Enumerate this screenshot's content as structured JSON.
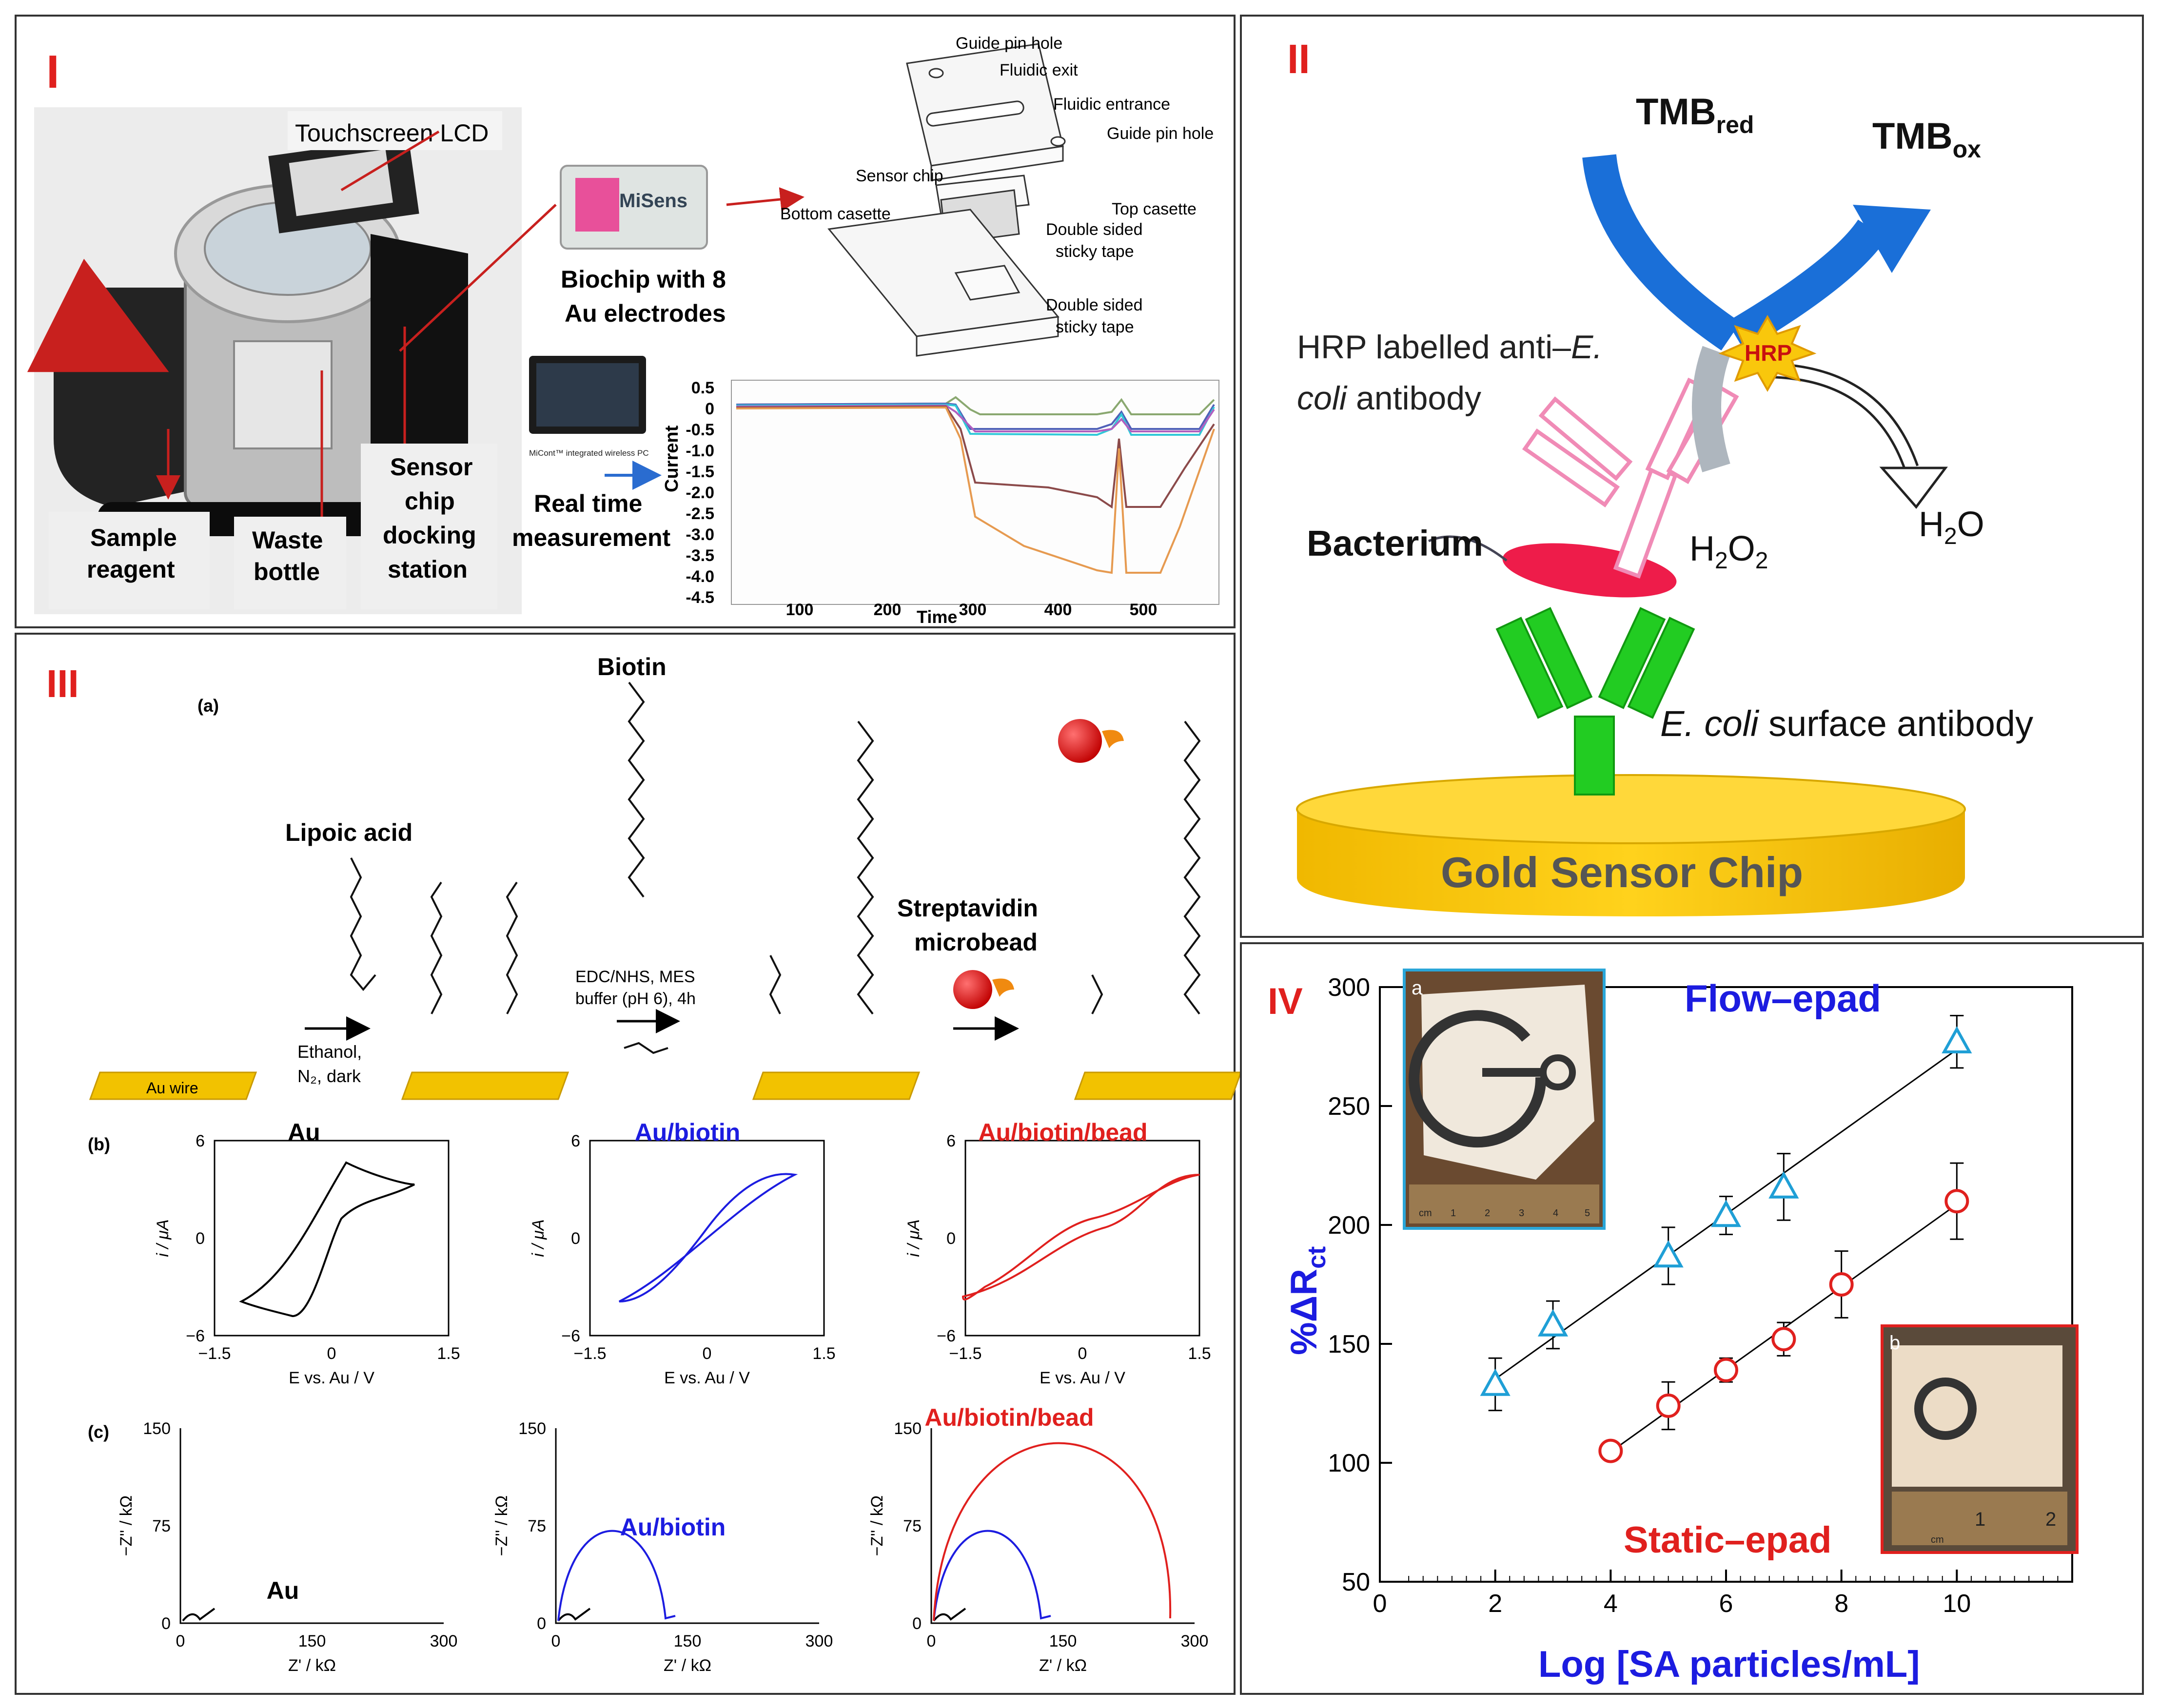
{
  "colors": {
    "red": "#e0201e",
    "blue": "#1c1ce0",
    "tri": "#1f9fd6",
    "gold": "#f2c200",
    "green": "#22cc22",
    "pink": "#f08bb6",
    "ebar": "#f0f0f0"
  },
  "panel_I": {
    "label": "I",
    "touchscreen": "Touchscreen LCD",
    "biochip_line1": "Biochip with 8",
    "biochip_line2": "Au electrodes",
    "exploded": {
      "guide_pin_1": "Guide pin hole",
      "fluidic_exit": "Fluidic exit",
      "fluidic_entrance": "Fluidic entrance",
      "guide_pin_2": "Guide pin hole",
      "sensor_chip": "Sensor chip",
      "top_casette": "Top casette",
      "bottom_casette": "Bottom casette",
      "tape1_l1": "Double sided",
      "tape1_l2": "sticky tape",
      "tape2_l1": "Double sided",
      "tape2_l2": "sticky tape"
    },
    "pc_caption": "MiCont™ integrated wireless PC",
    "chip_logo": "MiSens",
    "sample_l1": "Sample",
    "sample_l2": "reagent",
    "waste_l1": "Waste",
    "waste_l2": "bottle",
    "docking_l1": "Sensor",
    "docking_l2": "chip",
    "docking_l3": "docking",
    "docking_l4": "station",
    "realtime_l1": "Real time",
    "realtime_l2": "measurement",
    "current_label": "Current",
    "time_label": "Time",
    "y_ticks": [
      "0.5",
      "0",
      "-0.5",
      "-1.0",
      "-1.5",
      "-2.0",
      "-2.5",
      "-3.0",
      "-3.5",
      "-4.0",
      "-4.5"
    ],
    "x_ticks": [
      "100",
      "200",
      "300",
      "400",
      "500"
    ]
  },
  "panel_II": {
    "label": "II",
    "tmb_red": "TMB",
    "tmb_red_sub": "red",
    "tmb_ox": "TMB",
    "tmb_ox_sub": "ox",
    "hrp": "HRP",
    "hrp_l1": "HRP labelled anti–",
    "hrp_l1_it": "E.",
    "hrp_l2_it": "coli",
    "hrp_l2": " antibody",
    "h2o2": "H",
    "h2o2_sub": "2",
    "h2o2_o": "O",
    "h2o2_sub2": "2",
    "h2o": "H",
    "h2o_sub": "2",
    "h2o_o": "O",
    "bacterium": "Bacterium",
    "surface_it": "E. coli",
    "surface": " surface antibody",
    "gold": "Gold Sensor Chip"
  },
  "panel_III": {
    "label": "III",
    "sub_a": "(a)",
    "sub_b": "(b)",
    "sub_c": "(c)",
    "biotin": "Biotin",
    "lipoic": "Lipoic acid",
    "strep_l1": "Streptavidin",
    "strep_l2": "microbead",
    "au_wire": "Au wire",
    "step1_l1": "Ethanol,",
    "step1_l2": "N₂, dark",
    "step2_l1": "EDC/NHS, MES",
    "step2_l2": "buffer (pH 6), 4h",
    "cv_titles": [
      "Au",
      "Au/biotin",
      "Au/biotin/bead"
    ],
    "cv_ylabel": "i / μA",
    "cv_xlabel": "E vs. Au / V",
    "cv_yticks": [
      "6",
      "0",
      "−6"
    ],
    "cv_xticks": [
      "−1.5",
      "0",
      "1.5"
    ],
    "eis_titles": [
      "Au",
      "Au/biotin",
      "Au/biotin/bead"
    ],
    "eis_ylabel": "−Z'' / kΩ",
    "eis_xlabel": "Z' / kΩ",
    "eis_yticks": [
      "150",
      "75",
      "0"
    ],
    "eis_xticks": [
      "0",
      "150",
      "300"
    ]
  },
  "panel_IV": {
    "label": "IV",
    "ylabel": "%ΔR",
    "ylabel_sub": "ct",
    "xlabel": "Log [SA particles/mL]",
    "flow": "Flow–epad",
    "static": "Static–epad",
    "inset_a": "a",
    "inset_b": "b",
    "ruler_unit": "cm",
    "ruler_nums_a": [
      "1",
      "2",
      "3",
      "4",
      "5"
    ],
    "ruler_nums_b": [
      "1",
      "2"
    ],
    "x_ticks": [
      "0",
      "2",
      "4",
      "6",
      "8",
      "10"
    ],
    "y_ticks": [
      "50",
      "100",
      "150",
      "200",
      "250",
      "300"
    ]
  },
  "chart_data": {
    "type": "scatter",
    "xlabel": "Log [SA particles/mL]",
    "ylabel": "%ΔRct",
    "xlim": [
      0,
      12
    ],
    "ylim": [
      50,
      300
    ],
    "series": [
      {
        "name": "Flow–epad",
        "marker": "triangle",
        "color": "#1f9fd6",
        "x": [
          2,
          3,
          5,
          6,
          7,
          10
        ],
        "y": [
          133,
          158,
          187,
          204,
          216,
          277
        ],
        "err": [
          11,
          10,
          12,
          8,
          14,
          11
        ]
      },
      {
        "name": "Static–epad",
        "marker": "circle",
        "color": "#e0201e",
        "x": [
          4,
          5,
          6,
          7,
          8,
          10
        ],
        "y": [
          105,
          124,
          139,
          152,
          175,
          210
        ],
        "err": [
          0,
          10,
          5,
          7,
          14,
          16
        ]
      }
    ]
  }
}
